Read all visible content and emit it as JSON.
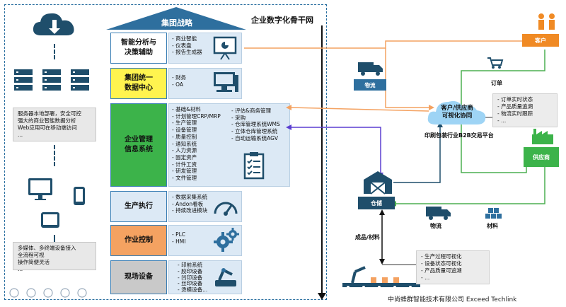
{
  "header": {
    "strategy_label": "集团战略",
    "backbone_title": "企业数字化骨干网"
  },
  "left": {
    "server_bullets": [
      "服务器本地部署，安全可控",
      "强大的商业智能数据分析",
      "Web应用可在移动端访问",
      "..."
    ],
    "device_bullets": [
      "多媒体、多终端设备接入",
      "全流程可视",
      "操作简便灵活",
      "..."
    ]
  },
  "levels": [
    {
      "title": "智能分析与\n决策辅助",
      "items": [
        "商业智能",
        "仪表盘",
        "报告生成器"
      ],
      "icon": "presentation-icon"
    },
    {
      "title": "集团统一\n数据中心",
      "items": [
        "财务",
        "OA"
      ],
      "icon": "computer-icon"
    },
    {
      "title": "企业管理\n信息系统",
      "items_col1": [
        "基础&材料",
        "计划管理CRP/MRP",
        "生产管理",
        "设备管理",
        "质量控制",
        "通知系统",
        "人力资源",
        "固定资产",
        "计件工资",
        "研发管理",
        "文件管理"
      ],
      "items_col2": [
        "评估&商务管理",
        "采购",
        "仓库管理系统WMS",
        "立体仓库管理系统",
        "自动运输系统AGV"
      ],
      "icon": "checklist-icon"
    },
    {
      "title": "生产执行",
      "items": [
        "数据采集系统",
        "Andon看板",
        "持续改进模块"
      ],
      "icon": "gauge-icon"
    },
    {
      "title": "作业控制",
      "items": [
        "PLC",
        "HMI"
      ],
      "icon": "gears-icon"
    },
    {
      "title": "现场设备",
      "items": [
        "印前系统",
        "胶印设备",
        "凹印设备",
        "丝印设备",
        "烫模设备..."
      ],
      "icon": "robot-icon"
    }
  ],
  "right": {
    "customer": "客户",
    "supplier": "供应商",
    "platform_line1": "客户/供应商",
    "platform_line2": "可视化协同",
    "platform_caption": "印刷包装行业B2B交易平台",
    "logistics_top": "物流",
    "logistics_bottom": "物流",
    "materials": "材料",
    "order": "订单",
    "warehouse": "仓储",
    "finished_materials": "成品/材料",
    "order_bullets": [
      "订单实时状态",
      "产品质量追溯",
      "物流实时跟踪",
      "..."
    ],
    "production_bullets": [
      "生产过程可视化",
      "设备状态可视化",
      "产品质量可追溯",
      "..."
    ]
  },
  "footer": "中尚蜂群智能技术有限公司 Exceed Techlink",
  "colors": {
    "blue": "#2e6f9e",
    "title_border": "#3b7fb5",
    "content_bg": "#dce9f5",
    "orange": "#f4a261",
    "purple": "#5b3fd1",
    "green": "#4caf50",
    "navy": "#1f4e6b",
    "customer_orange": "#f08a24",
    "supplier_green": "#3cb34a"
  }
}
